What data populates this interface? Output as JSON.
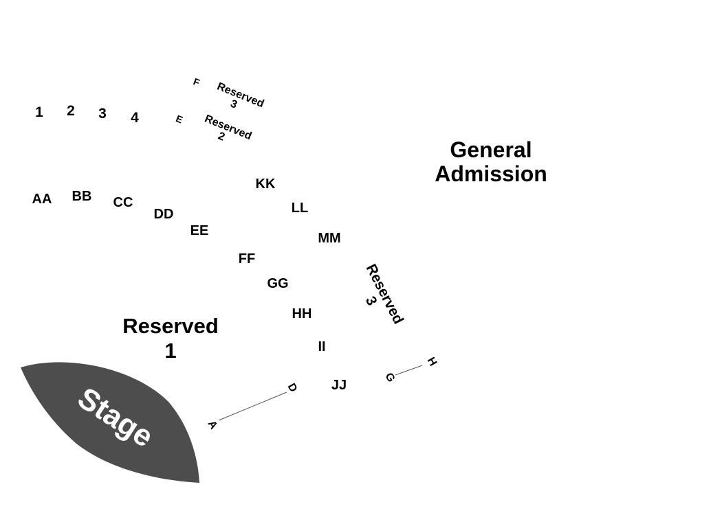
{
  "colors": {
    "background": "#ffffff",
    "stage_fill": "#4d4d4d",
    "stage_text": "#ffffff",
    "label_text": "#000000",
    "divider_line": "#555555"
  },
  "stage": {
    "label": "Stage"
  },
  "sections": {
    "general_admission": {
      "line1": "General",
      "line2": "Admission"
    },
    "reserved_1": {
      "line1": "Reserved",
      "line2": "1"
    },
    "reserved_3_side": {
      "line1": "Reserved",
      "line2": "3"
    },
    "reserved_3_top": {
      "line1": "Reserved",
      "line2": "3"
    },
    "reserved_2_top": {
      "line1": "Reserved",
      "line2": "2"
    }
  },
  "rows": {
    "r1": "1",
    "r2": "2",
    "r3": "3",
    "r4": "4",
    "E": "E",
    "F": "F",
    "AA": "AA",
    "BB": "BB",
    "CC": "CC",
    "DD": "DD",
    "EE": "EE",
    "FF": "FF",
    "GG": "GG",
    "HH": "HH",
    "II": "II",
    "JJ": "JJ",
    "KK": "KK",
    "LL": "LL",
    "MM": "MM",
    "A": "A",
    "D": "D",
    "G": "G",
    "H": "H"
  }
}
